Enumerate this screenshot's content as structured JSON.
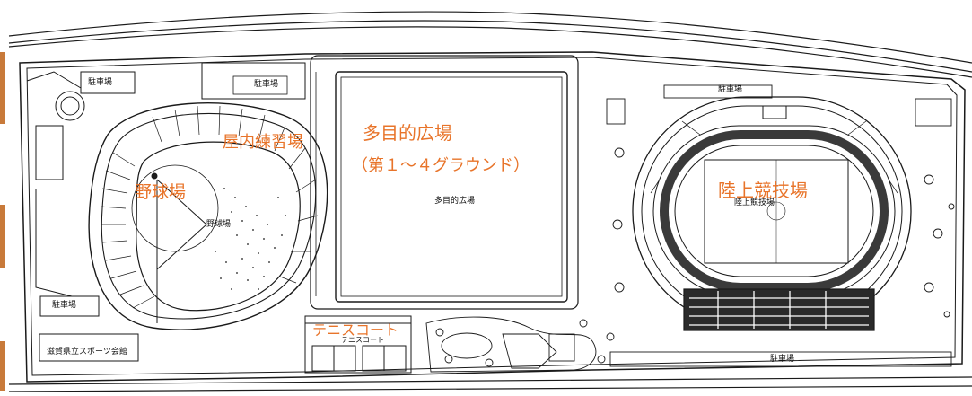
{
  "labels": {
    "multipurpose_title": "多目的広場",
    "multipurpose_sub": "（第１～４グラウンド）",
    "multipurpose_small": "多目的広場",
    "track_title": "陸上競技場",
    "track_small": "陸上競技場",
    "baseball_title": "野球場",
    "baseball_small": "野球場",
    "indoor_practice": "屋内練習場",
    "tennis_court": "テニスコート",
    "tennis_small": "テニスコート",
    "parking_left_top": "駐車場",
    "parking_center_top": "駐車場",
    "parking_right_top": "駐車場",
    "parking_left_bottom": "駐車場",
    "parking_bottom_right": "駐車場",
    "sports_center": "滋賀県立スポーツ会館"
  },
  "colors": {
    "line": "#1a1a1a",
    "orange_label": "#e8742a",
    "paper": "#ffffff",
    "left_edge_mark": "#c87a3a"
  }
}
